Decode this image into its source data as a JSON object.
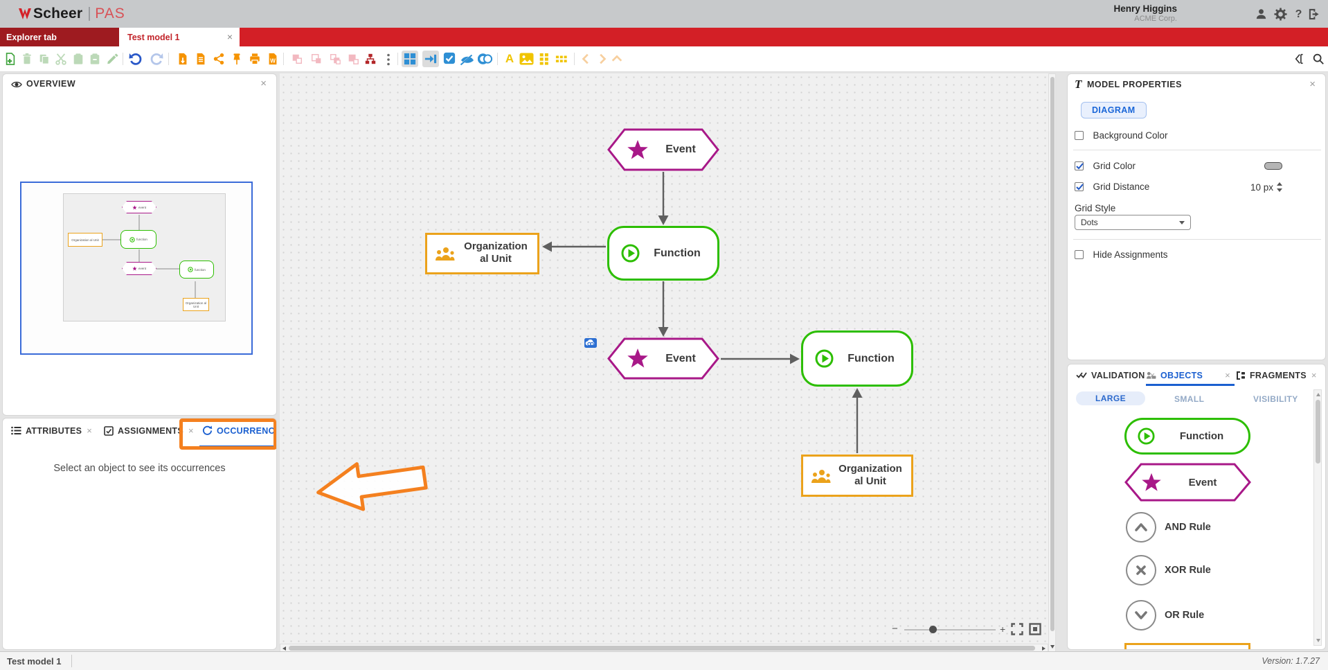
{
  "colors": {
    "accent_blue": "#1a5fd0",
    "brand_red": "#d31f26",
    "tab_dark_red": "#9e1b20",
    "node_green": "#2cbe00",
    "node_magenta": "#a81888",
    "node_orange": "#eba21b",
    "annotation_orange": "#f4801f",
    "toolbar_orange": "#f59300",
    "toolbar_yellow": "#f0c400",
    "toolbar_blue": "#2e8fd4"
  },
  "header": {
    "brand_scheer": "Scheer",
    "brand_pas": "PAS",
    "user_name": "Henry Higgins",
    "user_org": "ACME Corp.",
    "icons": [
      "user",
      "settings",
      "help",
      "logout"
    ],
    "help_glyph": "?"
  },
  "tabs": {
    "explorer": "Explorer tab",
    "model": "Test model 1",
    "close_glyph": "×"
  },
  "toolbar": {
    "icons": [
      "new-model",
      "delete",
      "duplicate",
      "cut",
      "copy",
      "paste",
      "edit",
      "undo",
      "redo",
      "export-file",
      "export-report",
      "share",
      "pin",
      "print",
      "export-word",
      "bring-to-front",
      "send-to-back",
      "bring-forward",
      "send-backward",
      "hierarchy",
      "more-options",
      "align-grid",
      "connector-mode",
      "multi-select",
      "hide-connectors",
      "toggle-mode",
      "font-style",
      "insert-image",
      "grid-small",
      "grid-large",
      "nav-left",
      "nav-right",
      "nav-up",
      "collapse-panel",
      "search"
    ],
    "font_glyph": "A"
  },
  "overview": {
    "title": "OVERVIEW",
    "close_glyph": "×"
  },
  "left_panel": {
    "tabs": [
      {
        "label": "ATTRIBUTES"
      },
      {
        "label": "ASSIGNMENTS"
      },
      {
        "label": "OCCURRENCES"
      }
    ],
    "close_glyph": "×",
    "message": "Select an object to see its occurrences"
  },
  "canvas": {
    "nodes": {
      "event1": "Event",
      "function1": "Function",
      "orgunit1": "Organization al Unit",
      "event2": "Event",
      "function2": "Function",
      "orgunit2": "Organization al Unit"
    },
    "zoom_minus": "−",
    "zoom_plus": "+"
  },
  "minimap": {
    "event1": "event",
    "function1": "function",
    "orgunit1": "Organization al Unit",
    "event2": "event",
    "function2": "function",
    "orgunit2": "Organization al Unit"
  },
  "properties": {
    "title": "MODEL PROPERTIES",
    "type_glyph": "T",
    "close_glyph": "×",
    "diagram_button": "DIAGRAM",
    "background_color_label": "Background Color",
    "background_color_checked": false,
    "grid_color_label": "Grid Color",
    "grid_color_checked": true,
    "grid_distance_label": "Grid Distance",
    "grid_distance_checked": true,
    "grid_distance_value": "10 px",
    "grid_style_label": "Grid Style",
    "grid_style_value": "Dots",
    "hide_assignments_label": "Hide Assignments",
    "hide_assignments_checked": false
  },
  "objects_panel": {
    "tab_validation": "VALIDATION",
    "tab_objects": "OBJECTS",
    "tab_fragments": "FRAGMENTS",
    "close_glyph": "×",
    "btn_large": "LARGE",
    "btn_small": "SMALL",
    "btn_visibility": "VISIBILITY",
    "items": [
      {
        "label": "Function",
        "type": "function"
      },
      {
        "label": "Event",
        "type": "event"
      },
      {
        "label": "AND Rule",
        "type": "and-rule"
      },
      {
        "label": "XOR Rule",
        "type": "xor-rule"
      },
      {
        "label": "OR Rule",
        "type": "or-rule"
      }
    ]
  },
  "statusbar": {
    "model_name": "Test model 1",
    "version": "Version: 1.7.27"
  }
}
